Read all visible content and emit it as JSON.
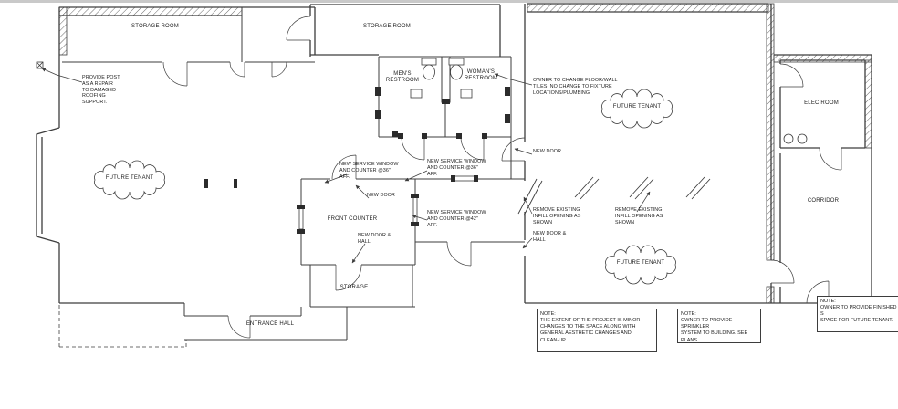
{
  "colors": {
    "line": "#3d3d3d",
    "background": "#ffffff",
    "hatch": "#6a6a6a",
    "top_strip": "#c9c9c9"
  },
  "rooms": {
    "storage1": "STORAGE ROOM",
    "storage2": "STORAGE ROOM",
    "mens": "MEN'S\nRESTROOM",
    "womans": "WOMAN'S\nRESTROOM",
    "future_left": "FUTURE TENANT",
    "future_right_upper": "FUTURE TENANT",
    "future_right_lower": "FUTURE TENANT",
    "elec": "ELEC ROOM",
    "corridor": "CORRIDOR",
    "front_counter": "FRONT COUNTER",
    "storage_center": "STORAGE",
    "entrance_hall": "ENTRANCE HALL"
  },
  "annotations": {
    "provide_post": "PROVIDE POST\nAS A REPAIR\nTO DAMAGED\nROOFING\nSUPPORT.",
    "owner_tiles": "OWNER TO CHANGE FLOOR/WALL\nTILES. NO CHANGE TO FIXTURE\nLOCATIONS/PLUMBING",
    "svc36_left": "NEW SERVICE WINDOW\nAND COUNTER @36\" AFF.",
    "svc36_right": "NEW SERVICE WINDOW\nAND COUNTER @36\" AFF.",
    "new_door_center": "NEW DOOR",
    "new_door_right": "NEW DOOR",
    "svc42": "NEW SERVICE WINDOW\nAND COUNTER @42\" AFF.",
    "new_door_hall_center": "NEW DOOR &\nHALL",
    "new_door_hall_right": "NEW DOOR &\nHALL",
    "remove_infill_left": "REMOVE EXISTING\nINFILL OPENING AS\nSHOWN",
    "remove_infill_right": "REMOVE EXISTING\nINFILL OPENING AS\nSHOWN"
  },
  "notes": {
    "extent": "NOTE:\nTHE EXTENT OF THE PROJECT IS MINOR\nCHANGES TO THE SPACE ALONG WITH\nGENERAL AESTHETIC CHANGES AND\nCLEAN-UP.",
    "sprinkler": "NOTE:\nOWNER TO PROVIDE SPRINKLER\nSYSTEM TO BUILDING. SEE\nPLANS",
    "finished": "NOTE:\nOWNER TO PROVIDE FINISHED S\nSPACE FOR FUTURE TENANT."
  }
}
